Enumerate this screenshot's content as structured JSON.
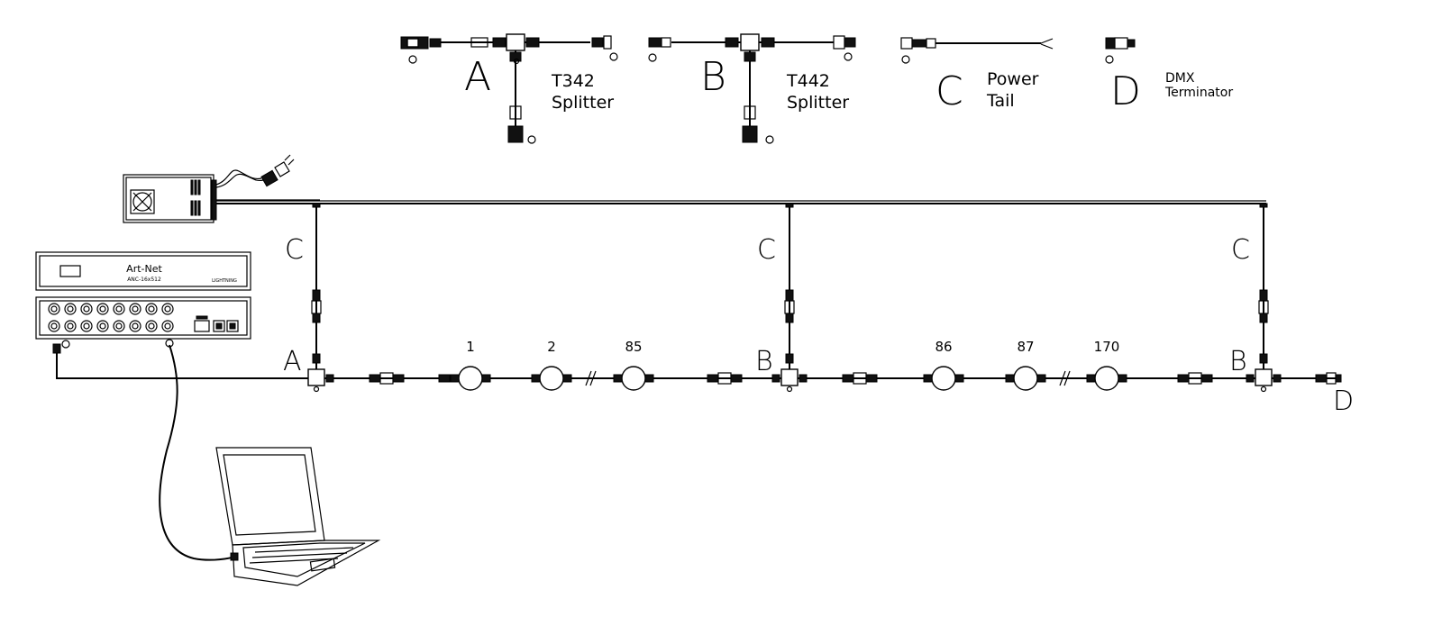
{
  "legend": {
    "a": {
      "letter": "A",
      "line1": "T342",
      "line2": "Splitter"
    },
    "b": {
      "letter": "B",
      "line1": "T442",
      "line2": "Splitter"
    },
    "c": {
      "letter": "C",
      "line1": "Power",
      "line2": "Tail"
    },
    "d": {
      "letter": "D",
      "line1": "DMX",
      "line2": "Terminator"
    }
  },
  "controller": {
    "name": "Art-Net",
    "model": "ANC-16x512",
    "badge": "LIGHTNING"
  },
  "chain_letters": {
    "c_labels": [
      "C",
      "C",
      "C"
    ],
    "a_label": "A",
    "b_labels": [
      "B",
      "B"
    ],
    "d_label": "D"
  },
  "pixels": [
    {
      "label": "1"
    },
    {
      "label": "2"
    },
    {
      "label": "85"
    },
    {
      "label": "86"
    },
    {
      "label": "87"
    },
    {
      "label": "170"
    }
  ]
}
